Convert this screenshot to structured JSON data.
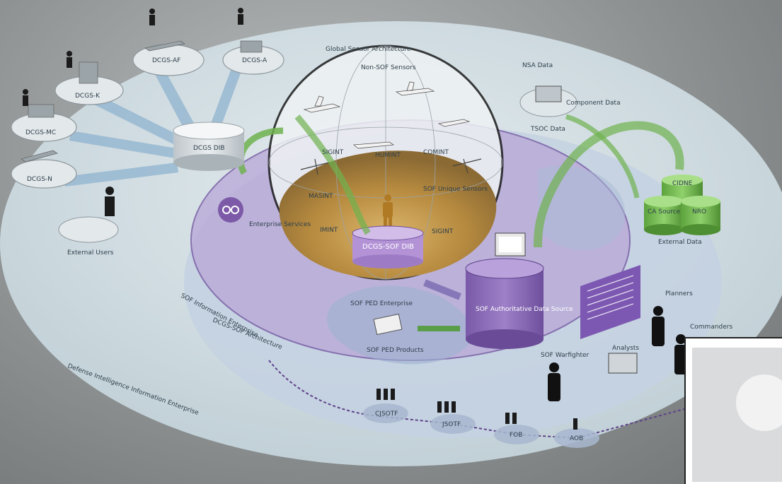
{
  "diagram": {
    "enterprise_labels": {
      "dii": "Defense Intelligence Information Enterprise",
      "sof_info": "SOF Information Enterprise",
      "dcgs_sof_arch": "DCGS-SOF Architecture",
      "sof_ped": "SOF PED Enterprise",
      "global_sensor": "Global Sensor Architecture"
    },
    "dcgs_nodes": [
      "DCGS-AF",
      "DCGS-A",
      "DCGS-K",
      "DCGS-MC",
      "DCGS-N"
    ],
    "dcgs_dib": "DCGS DIB",
    "dcgs_sof_dib": "DCGS-SOF DIB",
    "external_users": "External Users",
    "enterprise_services": "Enterprise Services",
    "sensor_labels": {
      "non_sof": "Non-SOF Sensors",
      "sigint": "SIGINT",
      "humint": "HUMINT",
      "comint": "COMINT",
      "masint": "MASINT",
      "sof_unique": "SOF Unique Sensors",
      "imint": "IMINT",
      "sigint2": "SIGINT"
    },
    "component_data": {
      "label": "Component Data",
      "nsa": "NSA Data",
      "tsoc": "TSOC Data"
    },
    "external_data": {
      "label": "External Data",
      "cidne": "CIDNE",
      "ca": "CA Source",
      "nro": "NRO"
    },
    "sof_authoritative": "SOF Authoritative Data Source",
    "sof_ped_products": "SOF PED Products",
    "roles": {
      "planners": "Planners",
      "commanders": "Commanders",
      "analysts": "Analysts",
      "sof_warfighter": "SOF Warfighter"
    },
    "units": [
      "CJSOTF",
      "JSOTF",
      "FOB",
      "AOB"
    ],
    "colors": {
      "outer": "#d6e4ea",
      "sof_enterprise": "#c3cfe0",
      "dcgs_sof": "#b29fd0",
      "cylinder": "#8a6bb8",
      "green": "#7cbf5a",
      "globe": "#c69a4a"
    }
  }
}
